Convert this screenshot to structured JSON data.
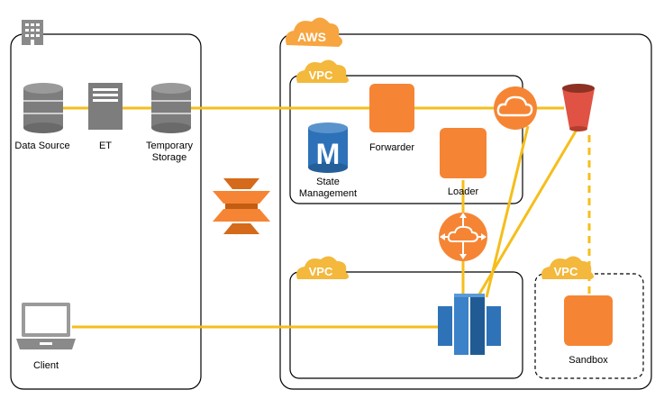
{
  "onprem": {
    "nodes": {
      "data_source": "Data Source",
      "et": "ET",
      "temp_storage_line1": "Temporary",
      "temp_storage_line2": "Storage",
      "client": "Client"
    }
  },
  "aws": {
    "badge": "AWS",
    "vpc_badge": "VPC",
    "nodes": {
      "state_mgmt_line1": "State",
      "state_mgmt_line2": "Management",
      "state_mgmt_glyph": "M",
      "forwarder": "Forwarder",
      "loader": "Loader",
      "sandbox": "Sandbox"
    }
  },
  "colors": {
    "connector": "#F5BE1B",
    "aws_orange": "#F58534",
    "aws_badge": "#F7A540",
    "vpc_badge": "#F3B83C",
    "bucket_red": "#E05243",
    "redshift_blue": "#2E73B8",
    "db_gray": "#7D7D7D",
    "state_blue": "#2D72B8"
  },
  "icons": {
    "building": "building-icon",
    "data_source": "database-icon",
    "et": "server-icon",
    "temp_storage": "database-icon",
    "client": "laptop-icon",
    "state_mgmt": "database-icon",
    "forwarder": "compute-instance-icon",
    "loader": "compute-instance-icon",
    "sandbox": "compute-instance-icon",
    "cloud_gateway": "cloud-icon",
    "router": "router-icon",
    "bucket": "bucket-icon",
    "redshift": "data-warehouse-icon",
    "direct_connect": "direct-connect-icon"
  }
}
